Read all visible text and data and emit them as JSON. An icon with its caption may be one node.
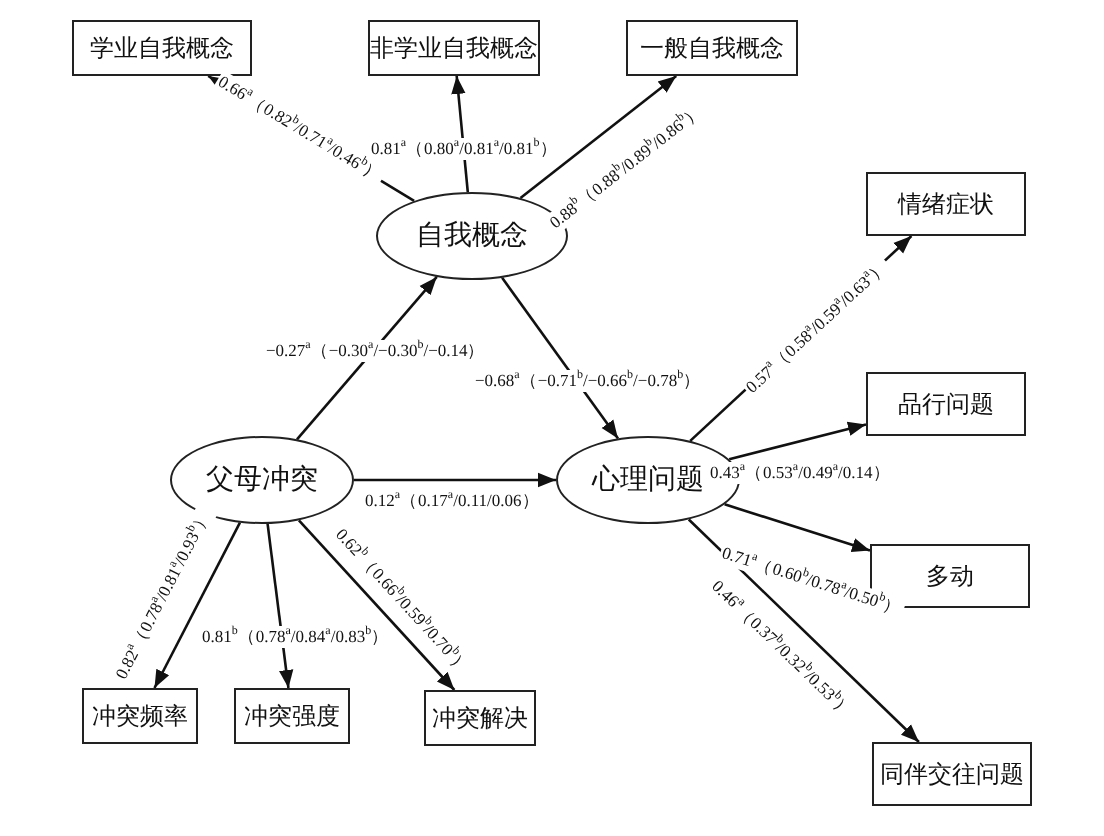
{
  "diagram": {
    "nodes": [
      {
        "text": [
          "学业自我概念"
        ]
      },
      {
        "text": [
          "非学业自我概念"
        ]
      },
      {
        "text": [
          "一般自我概念"
        ]
      },
      {
        "text": [
          "自我概念"
        ]
      },
      {
        "text": [
          "父母冲突"
        ]
      },
      {
        "text": [
          "心理问题"
        ]
      },
      {
        "text": [
          "情绪症状"
        ]
      },
      {
        "text": [
          "品行问题"
        ]
      },
      {
        "text": [
          "多动"
        ]
      },
      {
        "text": [
          "同伴交往问题"
        ]
      },
      {
        "text": [
          "冲突频率"
        ]
      },
      {
        "text": [
          "冲突强度"
        ]
      },
      {
        "text": [
          "冲突解决"
        ]
      }
    ],
    "edges": [
      {
        "from": 3,
        "to": 0,
        "arrow": "to",
        "label": "0.66$^{a}$（0.82$^{b}$/0.71$^{a}$/0.46$^{b}$）"
      },
      {
        "from": 3,
        "to": 1,
        "arrow": "to",
        "label": "0.81$^{a}$（0.80$^{a}$/0.81$^{a}$/0.81$^{b}$）"
      },
      {
        "from": 3,
        "to": 2,
        "arrow": "to",
        "label": "0.88$^{b}$（0.88$^{b}$/0.89$^{b}$/0.86$^{b}$）"
      },
      {
        "from": 4,
        "to": 3,
        "arrow": "to",
        "label": "−0.27$^{a}$（−0.30$^{a}$/−0.30$^{b}$/−0.14）"
      },
      {
        "from": 3,
        "to": 5,
        "arrow": "to",
        "label": "−0.68$^{a}$（−0.71$^{b}$/−0.66$^{b}$/−0.78$^{b}$）"
      },
      {
        "from": 4,
        "to": 5,
        "arrow": "to",
        "label": "0.12$^{a}$（0.17$^{a}$/0.11/0.06）"
      },
      {
        "from": 5,
        "to": 6,
        "arrow": "to",
        "label": "0.57$^{a}$（0.58$^{a}$/0.59$^{a}$/0.63$^{a}$）"
      },
      {
        "from": 5,
        "to": 7,
        "arrow": "to",
        "label": "0.43$^{a}$（0.53$^{a}$/0.49$^{a}$/0.14）"
      },
      {
        "from": 5,
        "to": 8,
        "arrow": "to",
        "label": "0.71$^{a}$（0.60$^{b}$/0.78$^{a}$/0.50$^{b}$）"
      },
      {
        "from": 5,
        "to": 9,
        "arrow": "to",
        "label": "0.46$^{a}$（0.37$^{b}$/0.32$^{b}$/0.53$^{b}$）"
      },
      {
        "from": 4,
        "to": 10,
        "arrow": "to",
        "label": "0.82$^{a}$（0.78$^{a}$/0.81$^{a}$/0.93$^{b}$）"
      },
      {
        "from": 4,
        "to": 11,
        "arrow": "to",
        "label": "0.81$^{b}$（0.78$^{a}$/0.84$^{a}$/0.83$^{b}$）"
      },
      {
        "from": 4,
        "to": 12,
        "arrow": "to",
        "label": "0.62$^{b}$（0.66$^{b}$/0.59$^{b}$/0.70$^{b}$）"
      }
    ]
  }
}
